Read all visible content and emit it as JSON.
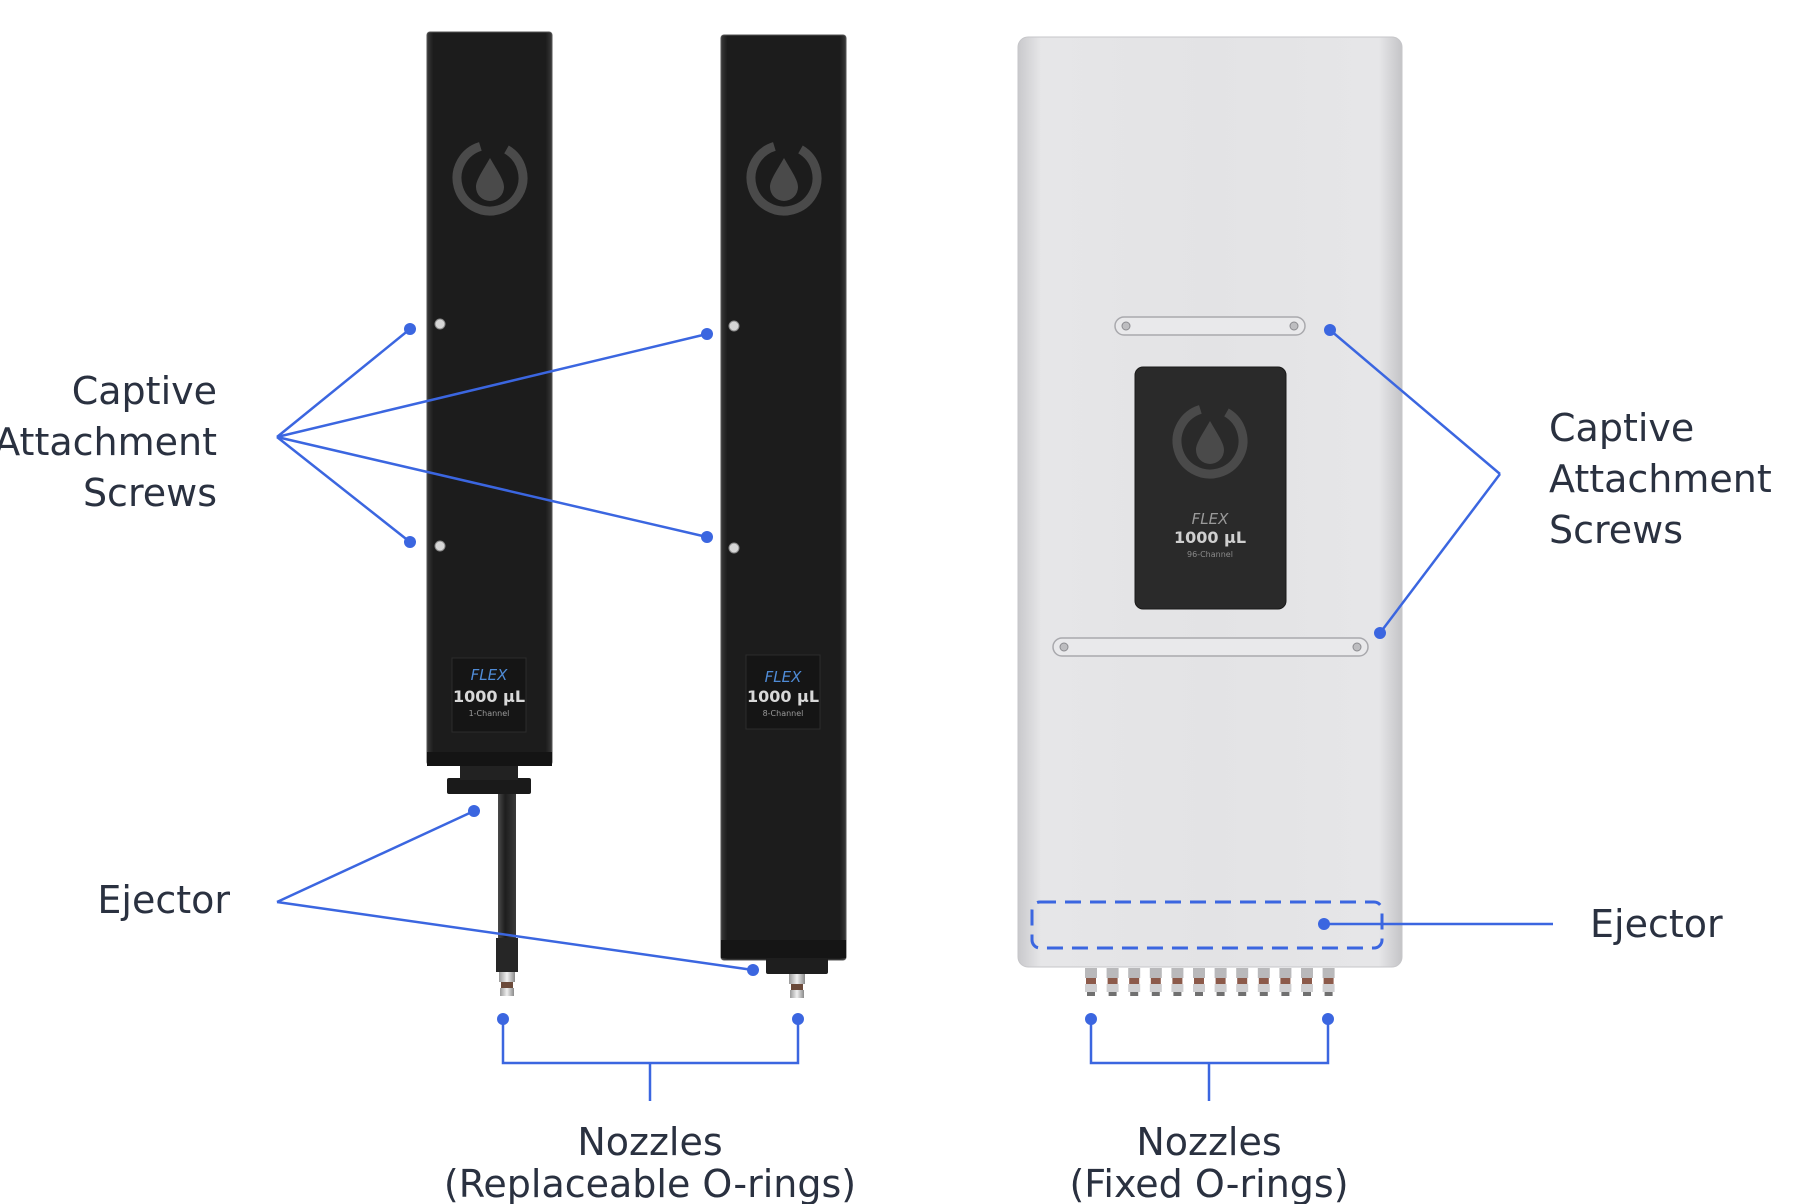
{
  "colors": {
    "accent": "#3b66e0",
    "label_text": "#2a3140",
    "pipette_black": "#1d1d1d",
    "pipette_silver": "#e2e2e4"
  },
  "labels": {
    "left_screws": [
      "Captive",
      "Attachment",
      "Screws"
    ],
    "left_ejector": "Ejector",
    "left_nozzles": [
      "Nozzles",
      "(Replaceable O-rings)"
    ],
    "right_screws": [
      "Captive",
      "Attachment",
      "Screws"
    ],
    "right_ejector": "Ejector",
    "right_nozzles": [
      "Nozzles",
      "(Fixed O-rings)"
    ]
  },
  "pipettes": [
    {
      "id": "single",
      "flex": "FLEX",
      "volume": "1000 µL",
      "channel": "1-Channel",
      "logo_icon": "drop-logo-icon"
    },
    {
      "id": "eight",
      "flex": "FLEX",
      "volume": "1000 µL",
      "channel": "8-Channel",
      "logo_icon": "drop-logo-icon"
    },
    {
      "id": "ninetysix",
      "flex": "FLEX",
      "volume": "1000 µL",
      "channel": "96-Channel",
      "logo_icon": "drop-logo-icon"
    }
  ]
}
